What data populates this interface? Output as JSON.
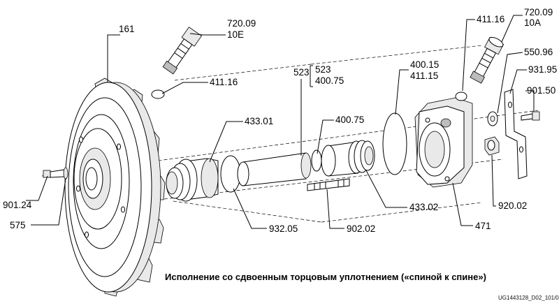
{
  "labels": {
    "p161": "161",
    "p720_09_10e_a": "720.09",
    "p720_09_10e_b": "10E",
    "p411_16_left": "411.16",
    "p523": "523",
    "p523_sub1": "523",
    "p523_sub2": "400.75",
    "p433_01": "433.01",
    "p400_75": "400.75",
    "p400_15": "400.15",
    "p411_15": "411.15",
    "p411_16_right": "411.16",
    "p720_09_10a_a": "720.09",
    "p720_09_10a_b": "10A",
    "p550_96": "550.96",
    "p931_95": "931.95",
    "p901_50": "901.50",
    "p901_24": "901.24",
    "p575": "575",
    "p932_05": "932.05",
    "p902_02": "902.02",
    "p433_02": "433.02",
    "p471": "471",
    "p920_02": "920.02"
  },
  "caption": "Исполнение со сдвоенным торцовым уплотнением («спиной к спине»)",
  "drawing_ref": "UG1443128_D02_101/0"
}
